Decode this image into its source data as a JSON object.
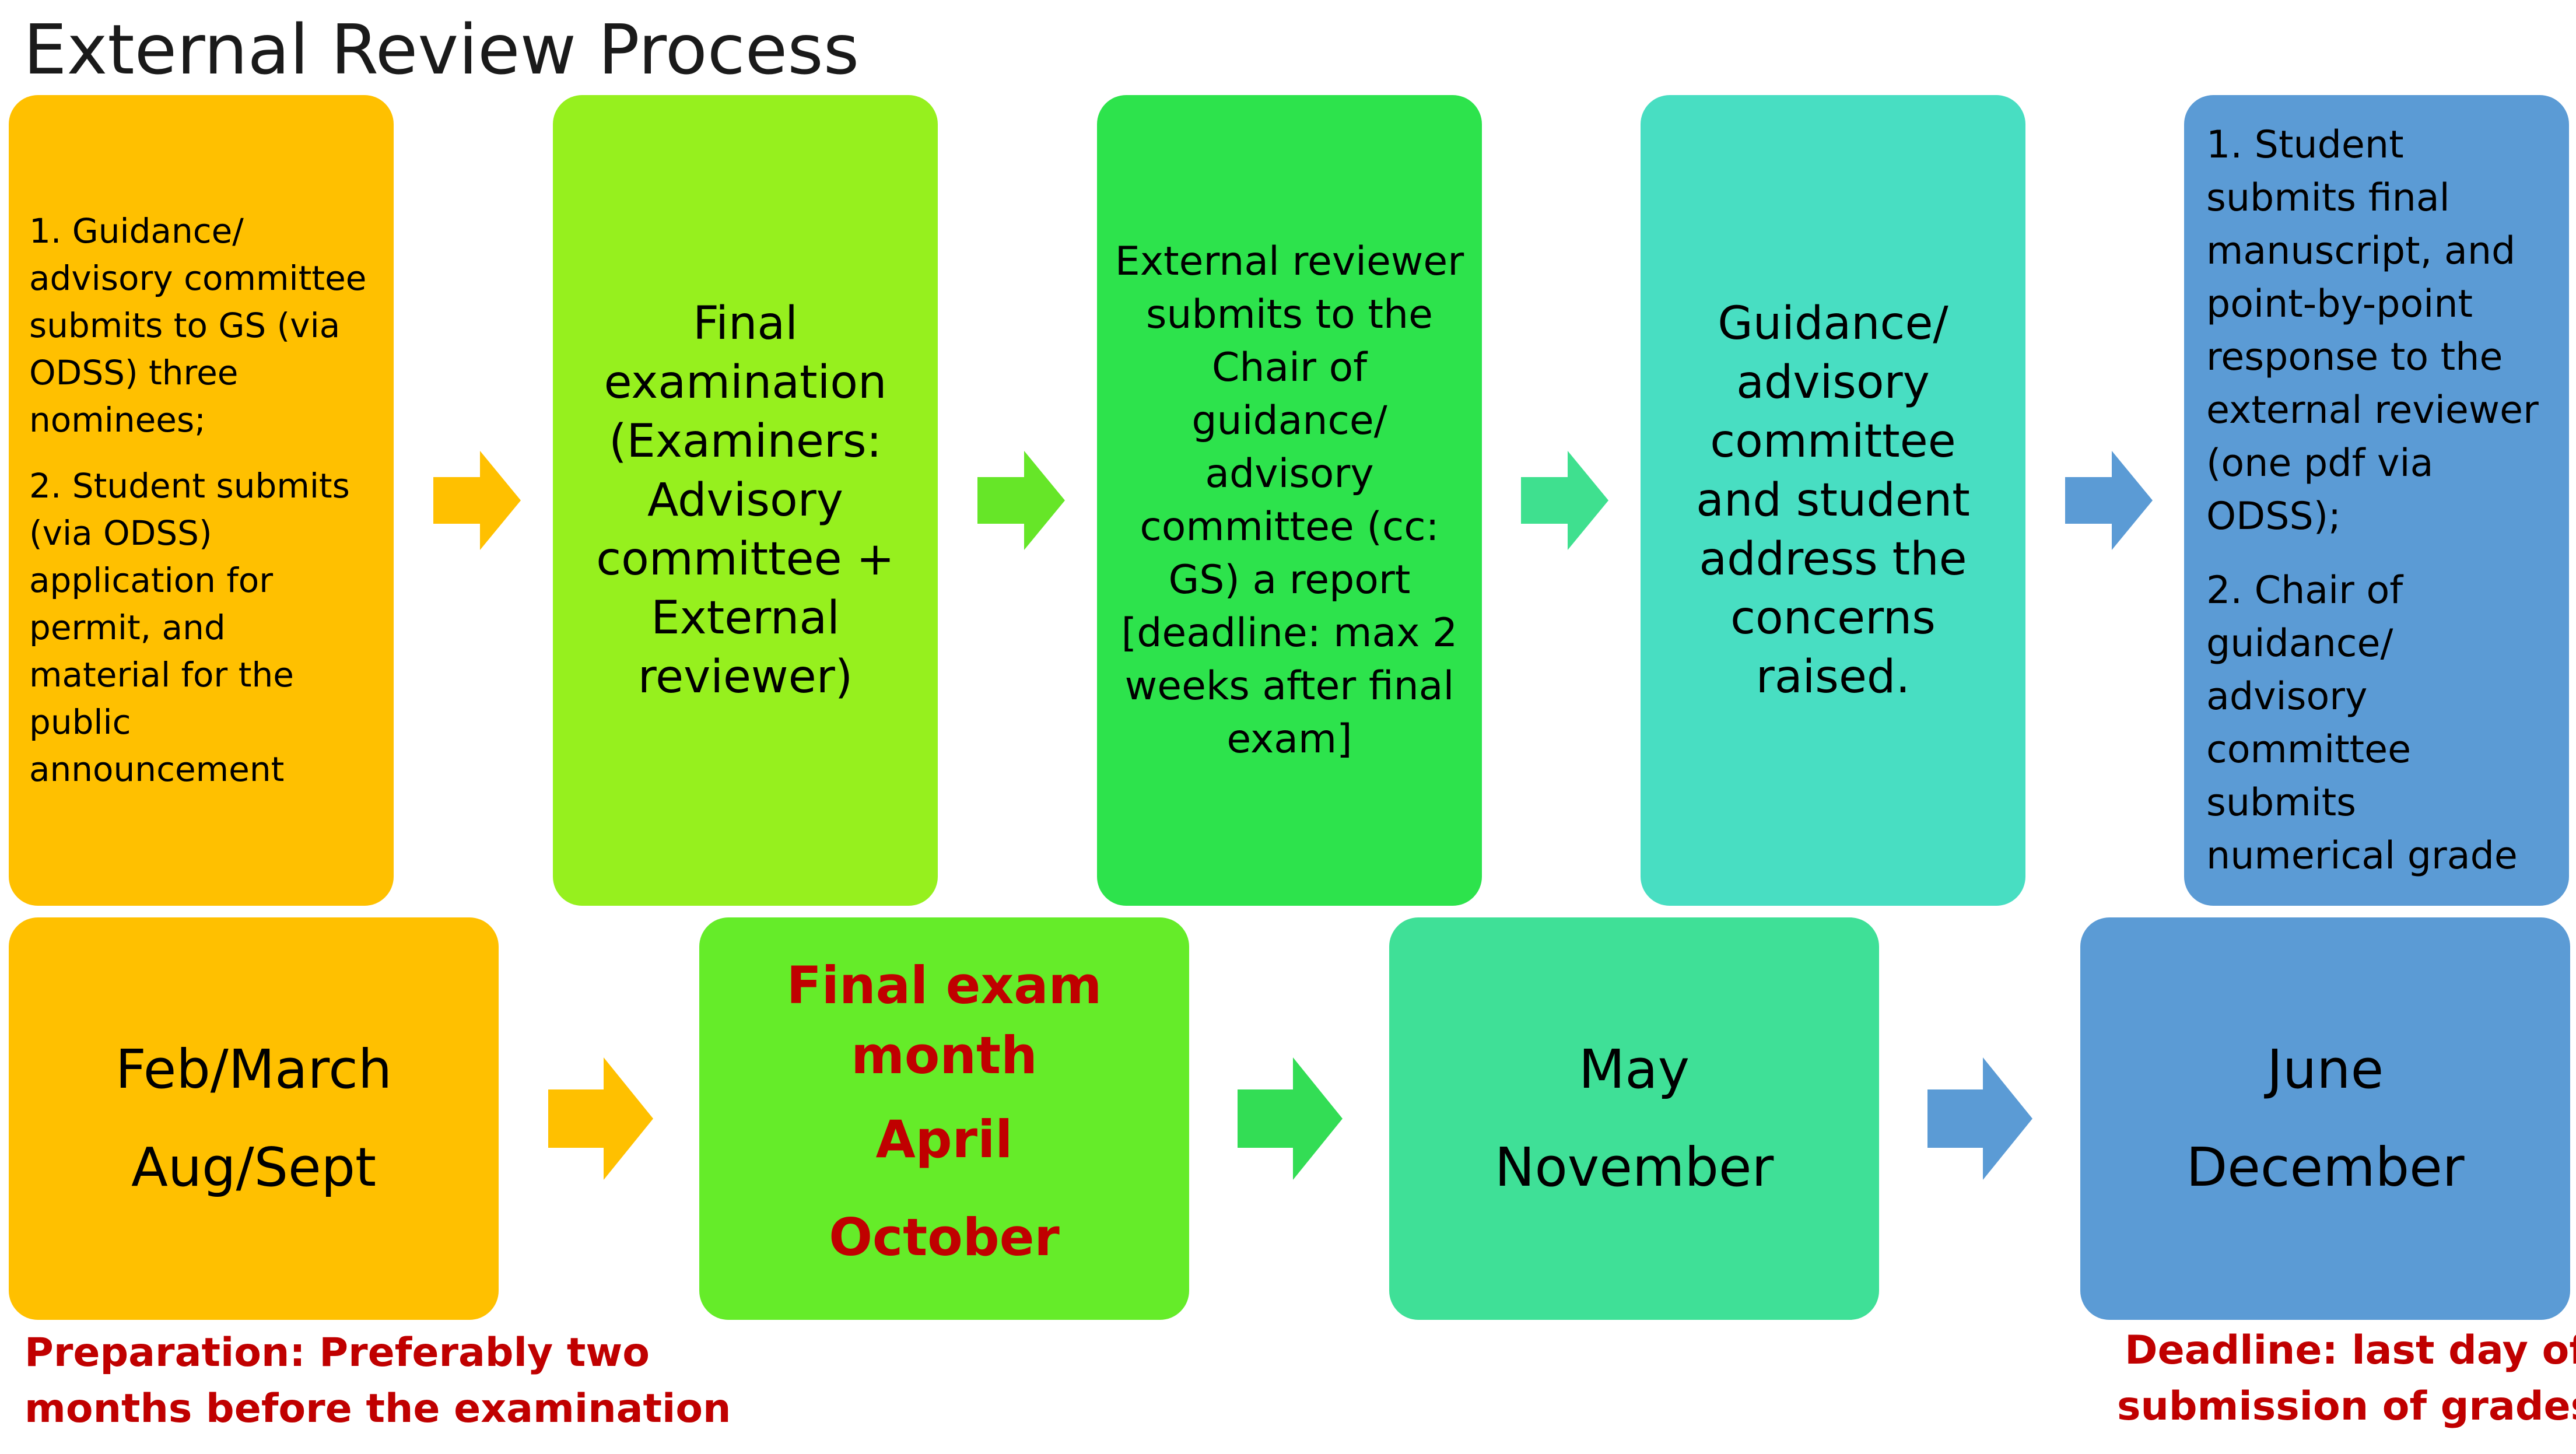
{
  "title": "External Review Process",
  "top_row": [
    {
      "items": [
        "1. Guidance/ advisory committee submits to GS (via ODSS) three nominees;",
        "2. Student submits (via ODSS) application for permit, and material for the public announcement"
      ],
      "color": "#FFC000"
    },
    {
      "text": "Final examination (Examiners: Advisory committee + External reviewer)",
      "color": "#96F01E"
    },
    {
      "text": "External reviewer submits to the Chair of guidance/ advisory committee (cc: GS) a report [deadline: max 2 weeks after final exam]",
      "color": "#2DE34C"
    },
    {
      "text": "Guidance/ advisory committee and student address the concerns raised.",
      "color": "#48DEC2"
    },
    {
      "items": [
        "1. Student submits final manuscript, and point-by-point response to the external reviewer (one pdf via ODSS);",
        "2. Chair of guidance/ advisory committee submits numerical grade"
      ],
      "color": "#5B9BD5"
    }
  ],
  "bottom_row": [
    {
      "lines": [
        "Feb/March",
        "Aug/Sept"
      ],
      "color": "#FFC000"
    },
    {
      "heading": "Final exam month",
      "lines": [
        "April",
        "October"
      ],
      "color": "#65EC29"
    },
    {
      "lines": [
        "May",
        "November"
      ],
      "color": "#3FE097"
    },
    {
      "lines": [
        "June",
        "December"
      ],
      "color": "#5B9BD5"
    }
  ],
  "notes": {
    "left": [
      "Preparation: Preferably two",
      "months before the examination"
    ],
    "right": [
      "Deadline: last day of",
      "submission of grades"
    ]
  },
  "arrow_colors": {
    "top": [
      "#FFC000",
      "#66E628",
      "#3FE08F",
      "#5B9BD5"
    ],
    "bottom": [
      "#FFC000",
      "#33DD55",
      "#5B9BD5"
    ]
  },
  "accent_red": "#C00000"
}
